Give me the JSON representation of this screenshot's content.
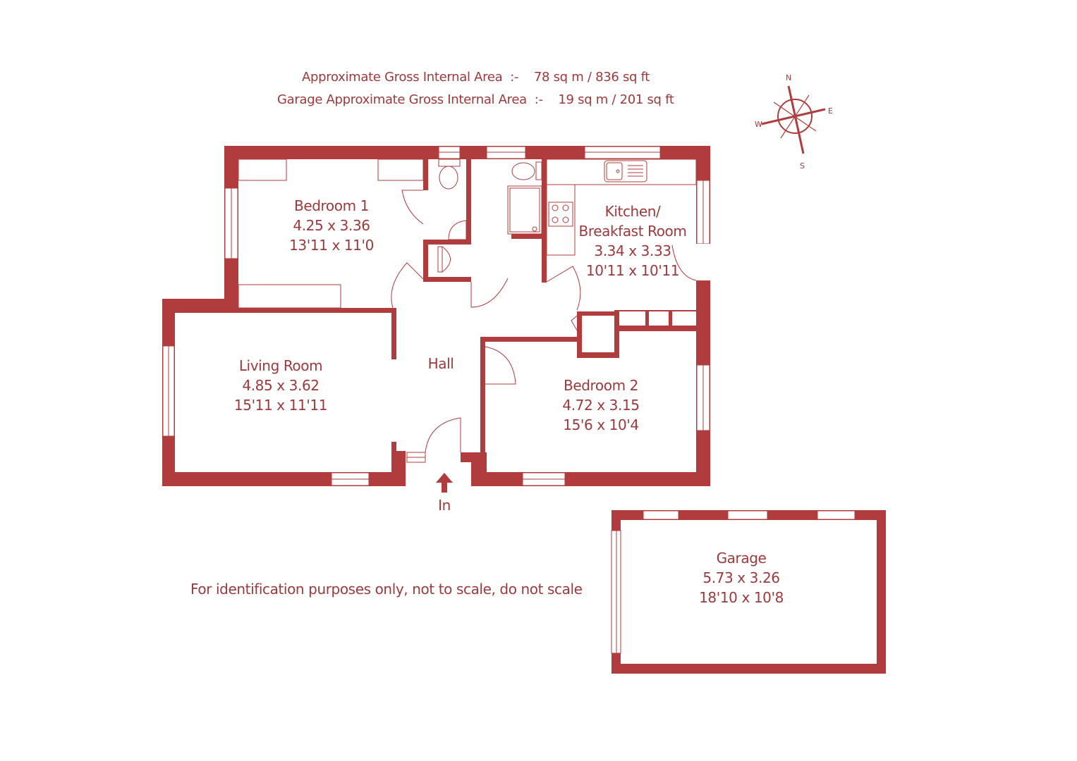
{
  "header": {
    "gross_area_label": "Approximate Gross Internal Area",
    "gross_area_sep": ":-",
    "gross_area_value": "78 sq m /  836 sq ft",
    "garage_area_label": "Garage Approximate Gross Internal Area",
    "garage_area_sep": ":-",
    "garage_area_value": "19 sq m /  201 sq ft"
  },
  "compass": {
    "n": "N",
    "e": "E",
    "s": "S",
    "w": "W"
  },
  "rooms": {
    "bedroom1": {
      "name": "Bedroom 1",
      "metric": "4.25 x 3.36",
      "imperial": "13'11 x 11'0"
    },
    "kitchen": {
      "name": "Kitchen/",
      "name2": "Breakfast Room",
      "metric": "3.34 x 3.33",
      "imperial": "10'11 x 10'11"
    },
    "living": {
      "name": "Living Room",
      "metric": "4.85 x 3.62",
      "imperial": "15'11 x 11'11"
    },
    "hall": {
      "name": "Hall"
    },
    "bedroom2": {
      "name": "Bedroom 2",
      "metric": "4.72 x 3.15",
      "imperial": "15'6 x 10'4"
    },
    "garage": {
      "name": "Garage",
      "metric": "5.73 x 3.26",
      "imperial": "18'10 x 10'8"
    }
  },
  "entrance": {
    "label": "In"
  },
  "disclaimer": "For identification purposes only, not to scale, do not scale",
  "colors": {
    "wall": "#b03c3e",
    "text": "#9b3a3c",
    "background": "#ffffff"
  }
}
